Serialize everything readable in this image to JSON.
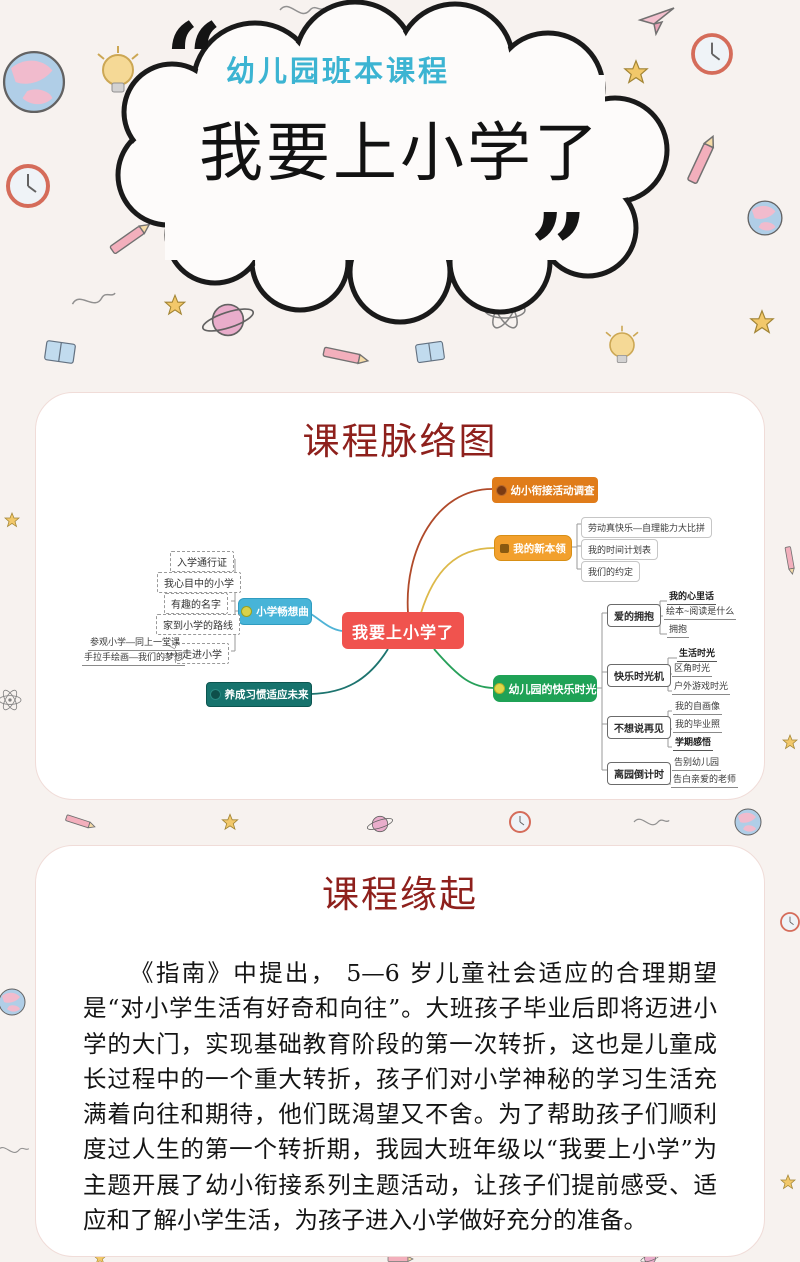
{
  "hero": {
    "kicker": "幼儿园班本课程",
    "kicker_color": "#3cb4d2",
    "title": "我要上小学了",
    "open_quote": "“",
    "close_quote": "”"
  },
  "map_card": {
    "title": "课程脉络图",
    "title_color": "#8e201c"
  },
  "mindmap": {
    "center": {
      "label": "我要上小学了",
      "color": "#f0534e"
    },
    "branches": [
      {
        "label": "幼小衔接活动调查",
        "color": "#e07c1a",
        "icon": "survey-badge-icon"
      },
      {
        "label": "我的新本领",
        "color": "#f2a02d",
        "icon": "skills-badge-icon",
        "children": [
          {
            "label": "劳动真快乐—自理能力大比拼"
          },
          {
            "label": "我的时间计划表"
          },
          {
            "label": "我们的约定"
          }
        ]
      },
      {
        "label": "小学畅想曲",
        "color": "#47b4d8",
        "icon": "music-badge-icon",
        "children": [
          {
            "label": "入学通行证"
          },
          {
            "label": "我心目中的小学"
          },
          {
            "label": "有趣的名字"
          },
          {
            "label": "家到小学的路线"
          },
          {
            "label": "走进小学",
            "children": [
              {
                "label": "参观小学—同上一堂课"
              },
              {
                "label": "手拉手绘画—我们的梦想"
              }
            ]
          }
        ]
      },
      {
        "label": "养成习惯适应未来",
        "color": "#17736d",
        "icon": "habit-badge-icon"
      },
      {
        "label": "幼儿园的快乐时光",
        "color": "#1fa256",
        "icon": "happy-badge-icon",
        "children": [
          {
            "label": "爱的拥抱",
            "children": [
              {
                "label": "我的心里话"
              },
              {
                "label": "绘本~阅读是什么"
              },
              {
                "label": "拥抱"
              }
            ]
          },
          {
            "label": "快乐时光机",
            "children": [
              {
                "label": "生活时光"
              },
              {
                "label": "区角时光"
              },
              {
                "label": "户外游戏时光"
              }
            ]
          },
          {
            "label": "不想说再见",
            "children": [
              {
                "label": "我的自画像"
              },
              {
                "label": "我的毕业照"
              },
              {
                "label": "学期感悟"
              }
            ]
          },
          {
            "label": "离园倒计时",
            "children": [
              {
                "label": "告别幼儿园"
              },
              {
                "label": "告白亲爱的老师"
              }
            ]
          }
        ]
      }
    ]
  },
  "origin_card": {
    "title": "课程缘起",
    "title_color": "#8e201c",
    "body": "《指南》中提出， 5—6 岁儿童社会适应的合理期望是“对小学生活有好奇和向往”。大班孩子毕业后即将迈进小学的大门，实现基础教育阶段的第一次转折，这也是儿童成长过程中的一个重大转折，孩子们对小学神秘的学习生活充满着向往和期待，他们既渴望又不舍。为了帮助孩子们顺利度过人生的第一个转折期，我园大班年级以“我要上小学”为主题开展了幼小衔接系列主题活动，让孩子们提前感受、适应和了解小学生活，为孩子进入小学做好充分的准备。"
  }
}
